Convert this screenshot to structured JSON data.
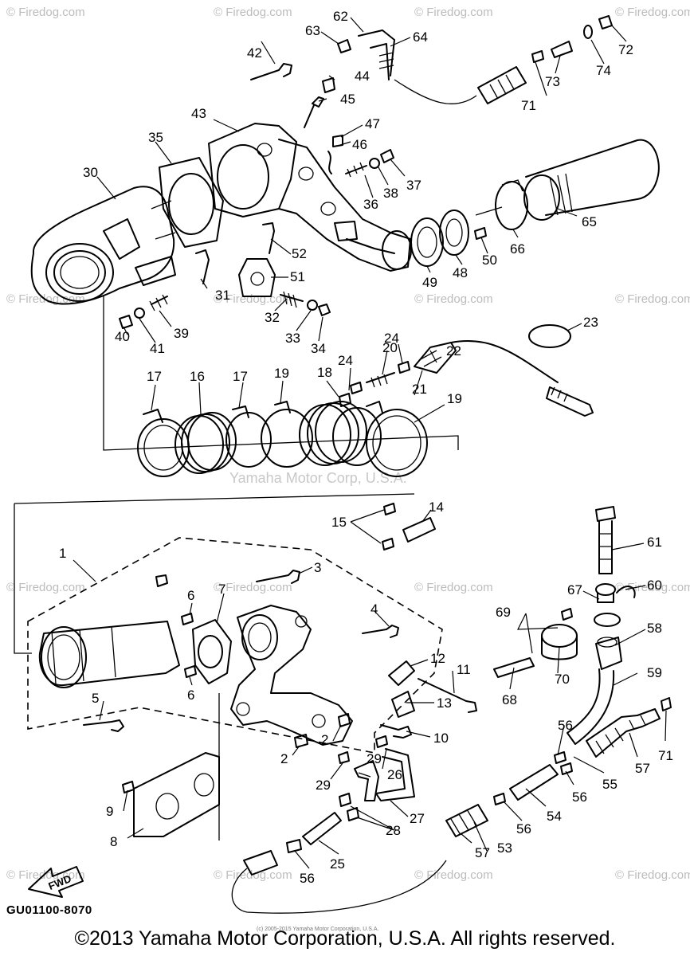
{
  "watermarks": {
    "site": "© Firedog.com",
    "center": "Yamaha Motor Corp, U.S.A.",
    "fine_print": "(c) 2005-2015 Yamaha Motor Corporation, U.S.A."
  },
  "arrow_label": "FWD",
  "diagram_code": "GU01100-8070",
  "copyright": "©2013 Yamaha Motor Corporation, U.S.A. All rights reserved.",
  "callouts": [
    "1",
    "2",
    "2",
    "3",
    "4",
    "5",
    "6",
    "6",
    "7",
    "8",
    "9",
    "10",
    "11",
    "12",
    "13",
    "14",
    "15",
    "16",
    "17",
    "17",
    "18",
    "19",
    "19",
    "20",
    "21",
    "22",
    "23",
    "24",
    "24",
    "25",
    "26",
    "27",
    "28",
    "29",
    "29",
    "30",
    "31",
    "32",
    "33",
    "34",
    "35",
    "36",
    "37",
    "38",
    "39",
    "40",
    "41",
    "42",
    "43",
    "44",
    "45",
    "46",
    "47",
    "48",
    "49",
    "50",
    "51",
    "52",
    "53",
    "54",
    "55",
    "56",
    "56",
    "56",
    "56",
    "57",
    "57",
    "58",
    "59",
    "60",
    "61",
    "62",
    "63",
    "64",
    "65",
    "66",
    "67",
    "68",
    "69",
    "70",
    "71",
    "71",
    "72",
    "73",
    "74"
  ]
}
